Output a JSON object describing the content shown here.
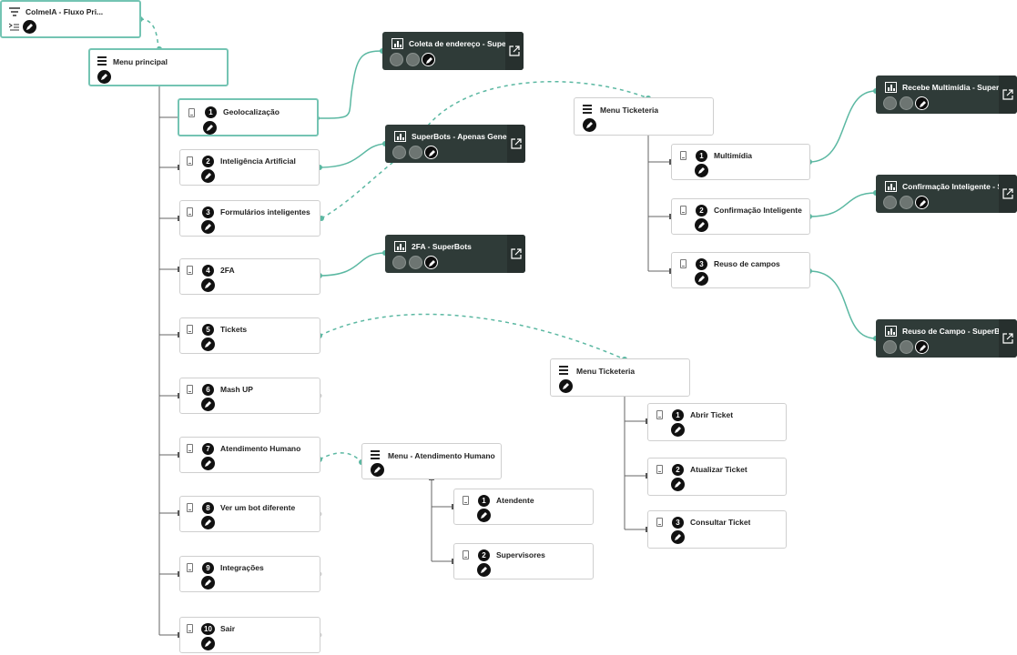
{
  "root": {
    "title": "ColmeIA - Fluxo Pri...",
    "filter_icon": "filter-icon",
    "collapse_icon": "collapse-list-icon"
  },
  "menu_principal": {
    "title": "Menu principal"
  },
  "main_items": [
    {
      "num": "1",
      "label": "Geolocalização"
    },
    {
      "num": "2",
      "label": "Inteligência Artificial"
    },
    {
      "num": "3",
      "label": "Formulários inteligentes"
    },
    {
      "num": "4",
      "label": "2FA"
    },
    {
      "num": "5",
      "label": "Tickets"
    },
    {
      "num": "6",
      "label": "Mash UP"
    },
    {
      "num": "7",
      "label": "Atendimento Humano"
    },
    {
      "num": "8",
      "label": "Ver um bot diferente"
    },
    {
      "num": "9",
      "label": "Integrações"
    },
    {
      "num": "10",
      "label": "Sair"
    }
  ],
  "bots": {
    "coleta": "Coleta de endereço - SuperBots",
    "apenas": "SuperBots - Apenas Generativo",
    "twofa": "2FA - SuperBots",
    "recebe": "Recebe Multimídia - SuperBots",
    "confirmacao": "Confirmação Inteligente - SuperBots",
    "reuso": "Reuso de Campo - SuperBot fe"
  },
  "menu_ticketeria_a": {
    "title": "Menu Ticketeria",
    "items": [
      {
        "num": "1",
        "label": "Multimídia"
      },
      {
        "num": "2",
        "label": "Confirmação Inteligente"
      },
      {
        "num": "3",
        "label": "Reuso de campos"
      }
    ]
  },
  "menu_ticketeria_b": {
    "title": "Menu Ticketeria",
    "items": [
      {
        "num": "1",
        "label": "Abrir Ticket"
      },
      {
        "num": "2",
        "label": "Atualizar Ticket"
      },
      {
        "num": "3",
        "label": "Consultar Ticket"
      }
    ]
  },
  "menu_atendimento": {
    "title": "Menu - Atendimento Humano",
    "items": [
      {
        "num": "1",
        "label": "Atendente"
      },
      {
        "num": "2",
        "label": "Supervisores"
      }
    ]
  },
  "colors": {
    "accent": "#5bb8a2",
    "dark_node": "#2f3b38",
    "line": "#666666"
  }
}
